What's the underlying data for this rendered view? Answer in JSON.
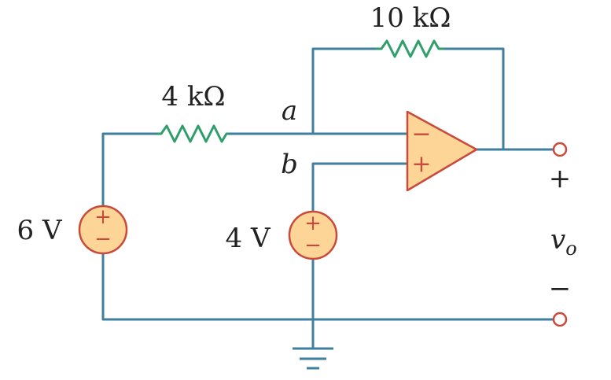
{
  "labels": {
    "r_feedback": "10 kΩ",
    "r_input": "4 kΩ",
    "node_a": "a",
    "node_b": "b",
    "source_left": "6 V",
    "source_mid": "4 V",
    "output_plus": "+",
    "output_minus": "−",
    "output_var": "v",
    "output_sub": "o",
    "src_plus": "+",
    "src_minus": "−",
    "opamp_minus": "−",
    "opamp_plus": "+"
  },
  "colors": {
    "wire": "#3f7f9f",
    "resistor": "#2e9e6a",
    "component_fill": "#fcd597",
    "component_stroke": "#c94a3a"
  }
}
